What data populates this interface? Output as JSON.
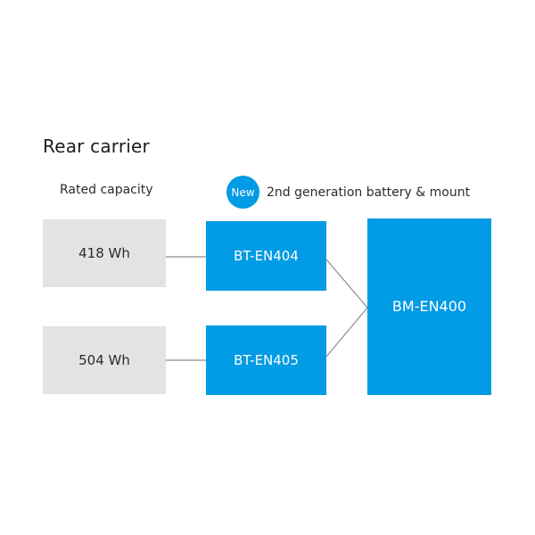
{
  "page": {
    "title": "Rear carrier",
    "background_color": "#ffffff"
  },
  "colors": {
    "accent_blue": "#029be5",
    "box_grey": "#e3e3e3",
    "text_dark": "#2b2b2b",
    "connector_grey": "#8c8c8c"
  },
  "columns": {
    "rated_capacity_label": "Rated capacity"
  },
  "legend": {
    "badge_label": "New",
    "badge_icon": "new-badge-circle",
    "text": "2nd generation battery & mount"
  },
  "nodes": {
    "capacity": [
      {
        "id": "cap-418",
        "label": "418 Wh"
      },
      {
        "id": "cap-504",
        "label": "504 Wh"
      }
    ],
    "batteries": [
      {
        "id": "bt-en404",
        "label": "BT-EN404"
      },
      {
        "id": "bt-en405",
        "label": "BT-EN405"
      }
    ],
    "mount": {
      "id": "bm-en400",
      "label": "BM-EN400"
    }
  },
  "connections": [
    {
      "from": "cap-418",
      "to": "bt-en404"
    },
    {
      "from": "cap-504",
      "to": "bt-en405"
    },
    {
      "from": "bt-en404",
      "to": "bm-en400"
    },
    {
      "from": "bt-en405",
      "to": "bm-en400"
    }
  ]
}
